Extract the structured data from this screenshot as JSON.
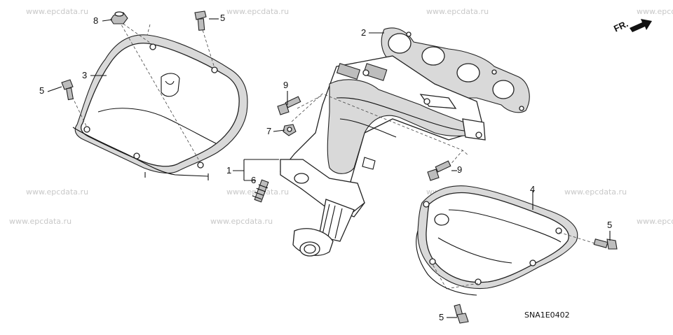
{
  "watermark": "www.epcdata.ru",
  "callouts": {
    "c1": "1",
    "c2": "2",
    "c3": "3",
    "c4": "4",
    "c5a": "5",
    "c5b": "5",
    "c5c": "5",
    "c5d": "5",
    "c6": "6",
    "c7": "7",
    "c8": "8",
    "c9a": "9",
    "c9b": "9"
  },
  "direction_label": "FR.",
  "diagram_code": "SNA1E0402"
}
